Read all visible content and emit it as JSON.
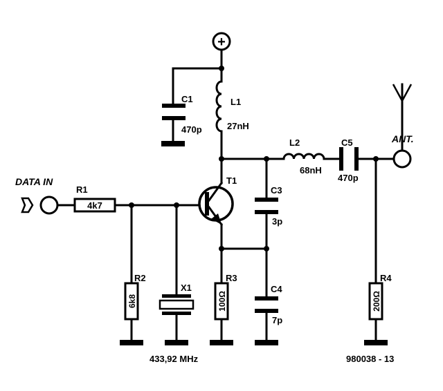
{
  "supply_symbol": "+",
  "terminals": {
    "data_in": "DATA IN",
    "ant": "ANT."
  },
  "components": {
    "C1": {
      "ref": "C1",
      "value": "470p"
    },
    "L1": {
      "ref": "L1",
      "value": "27nH"
    },
    "T1": {
      "ref": "T1"
    },
    "L2": {
      "ref": "L2",
      "value": "68nH"
    },
    "C5": {
      "ref": "C5",
      "value": "470p"
    },
    "R1": {
      "ref": "R1",
      "value": "4k7"
    },
    "C3": {
      "ref": "C3",
      "value": "3p"
    },
    "R2": {
      "ref": "R2",
      "value": "6k8"
    },
    "X1": {
      "ref": "X1",
      "value": "433,92 MHz"
    },
    "R3": {
      "ref": "R3",
      "value": "100Ω"
    },
    "C4": {
      "ref": "C4",
      "value": "7p"
    },
    "R4": {
      "ref": "R4",
      "value": "200Ω"
    }
  },
  "figure_code": "980038 - 13"
}
